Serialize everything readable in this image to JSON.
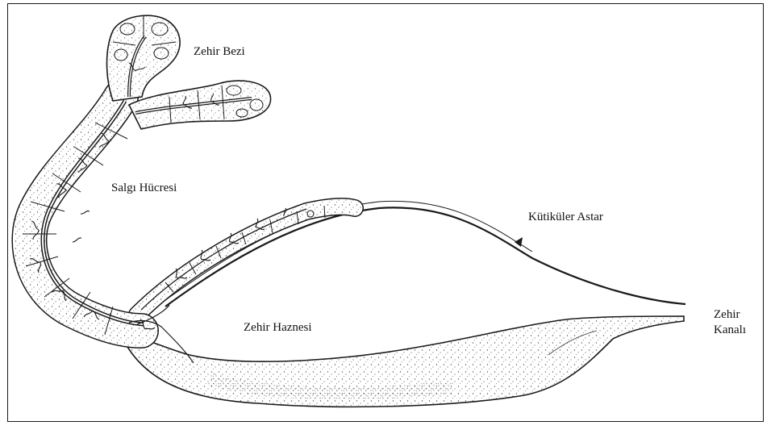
{
  "labels": {
    "venom_gland": "Zehir Bezi",
    "secretory_cell": "Salgı Hücresi",
    "cuticular_lining": "Kütiküler Astar",
    "venom_reservoir": "Zehir Haznesi",
    "venom_canal": "Zehir Kanalı"
  },
  "colors": {
    "ink": "#1a1a1a",
    "stipple": "#555555",
    "background": "#ffffff"
  }
}
